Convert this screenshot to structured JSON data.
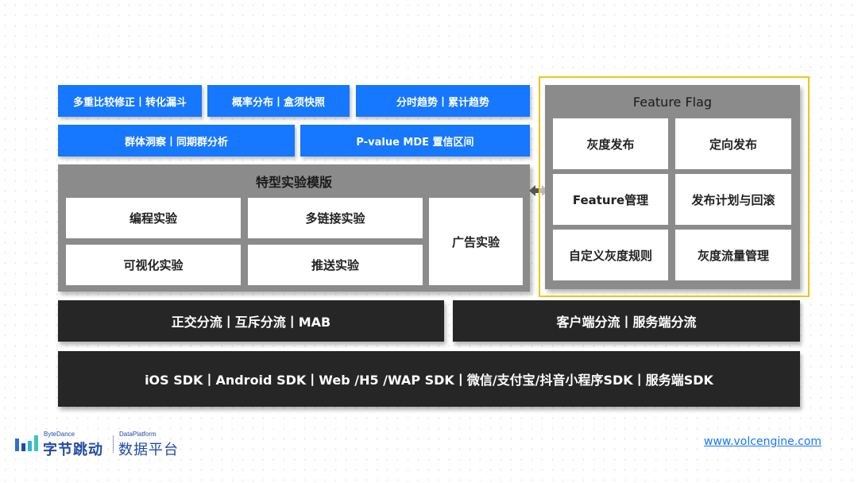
{
  "top_rows": {
    "row1": [
      "多重比较修正丨转化漏斗",
      "概率分布丨盒须快照",
      "分时趋势丨累计趋势"
    ],
    "row2": [
      "群体洞察丨同期群分析",
      "P-value MDE 置信区间"
    ]
  },
  "template_panel": {
    "title": "特型实验模版",
    "cells": [
      "编程实验",
      "多链接实验",
      "可视化实验",
      "推送实验",
      "广告实验"
    ]
  },
  "feature_flag": {
    "title": "Feature Flag",
    "cells": [
      "灰度发布",
      "定向发布",
      "Feature管理",
      "发布计划与回滚",
      "自定义灰度规则",
      "灰度流量管理"
    ]
  },
  "traffic": {
    "left": "正交分流丨互斥分流丨MAB",
    "right": "客户端分流丨服务端分流"
  },
  "sdk": "iOS SDK丨Android SDK丨Web /H5 /WAP SDK丨微信/支付宝/抖音小程序SDK丨服务端SDK",
  "logo": {
    "bytedance_en": "ByteDance",
    "bytedance_cn": "字节跳动",
    "dataplatform_en": "DataPlatform",
    "dataplatform_cn": "数据平台"
  },
  "website": "www.volcengine.com",
  "colors": {
    "blue": "#1677ff",
    "dark": "#262626",
    "gray": "#8b8b8b",
    "frame": "#f0c419"
  }
}
